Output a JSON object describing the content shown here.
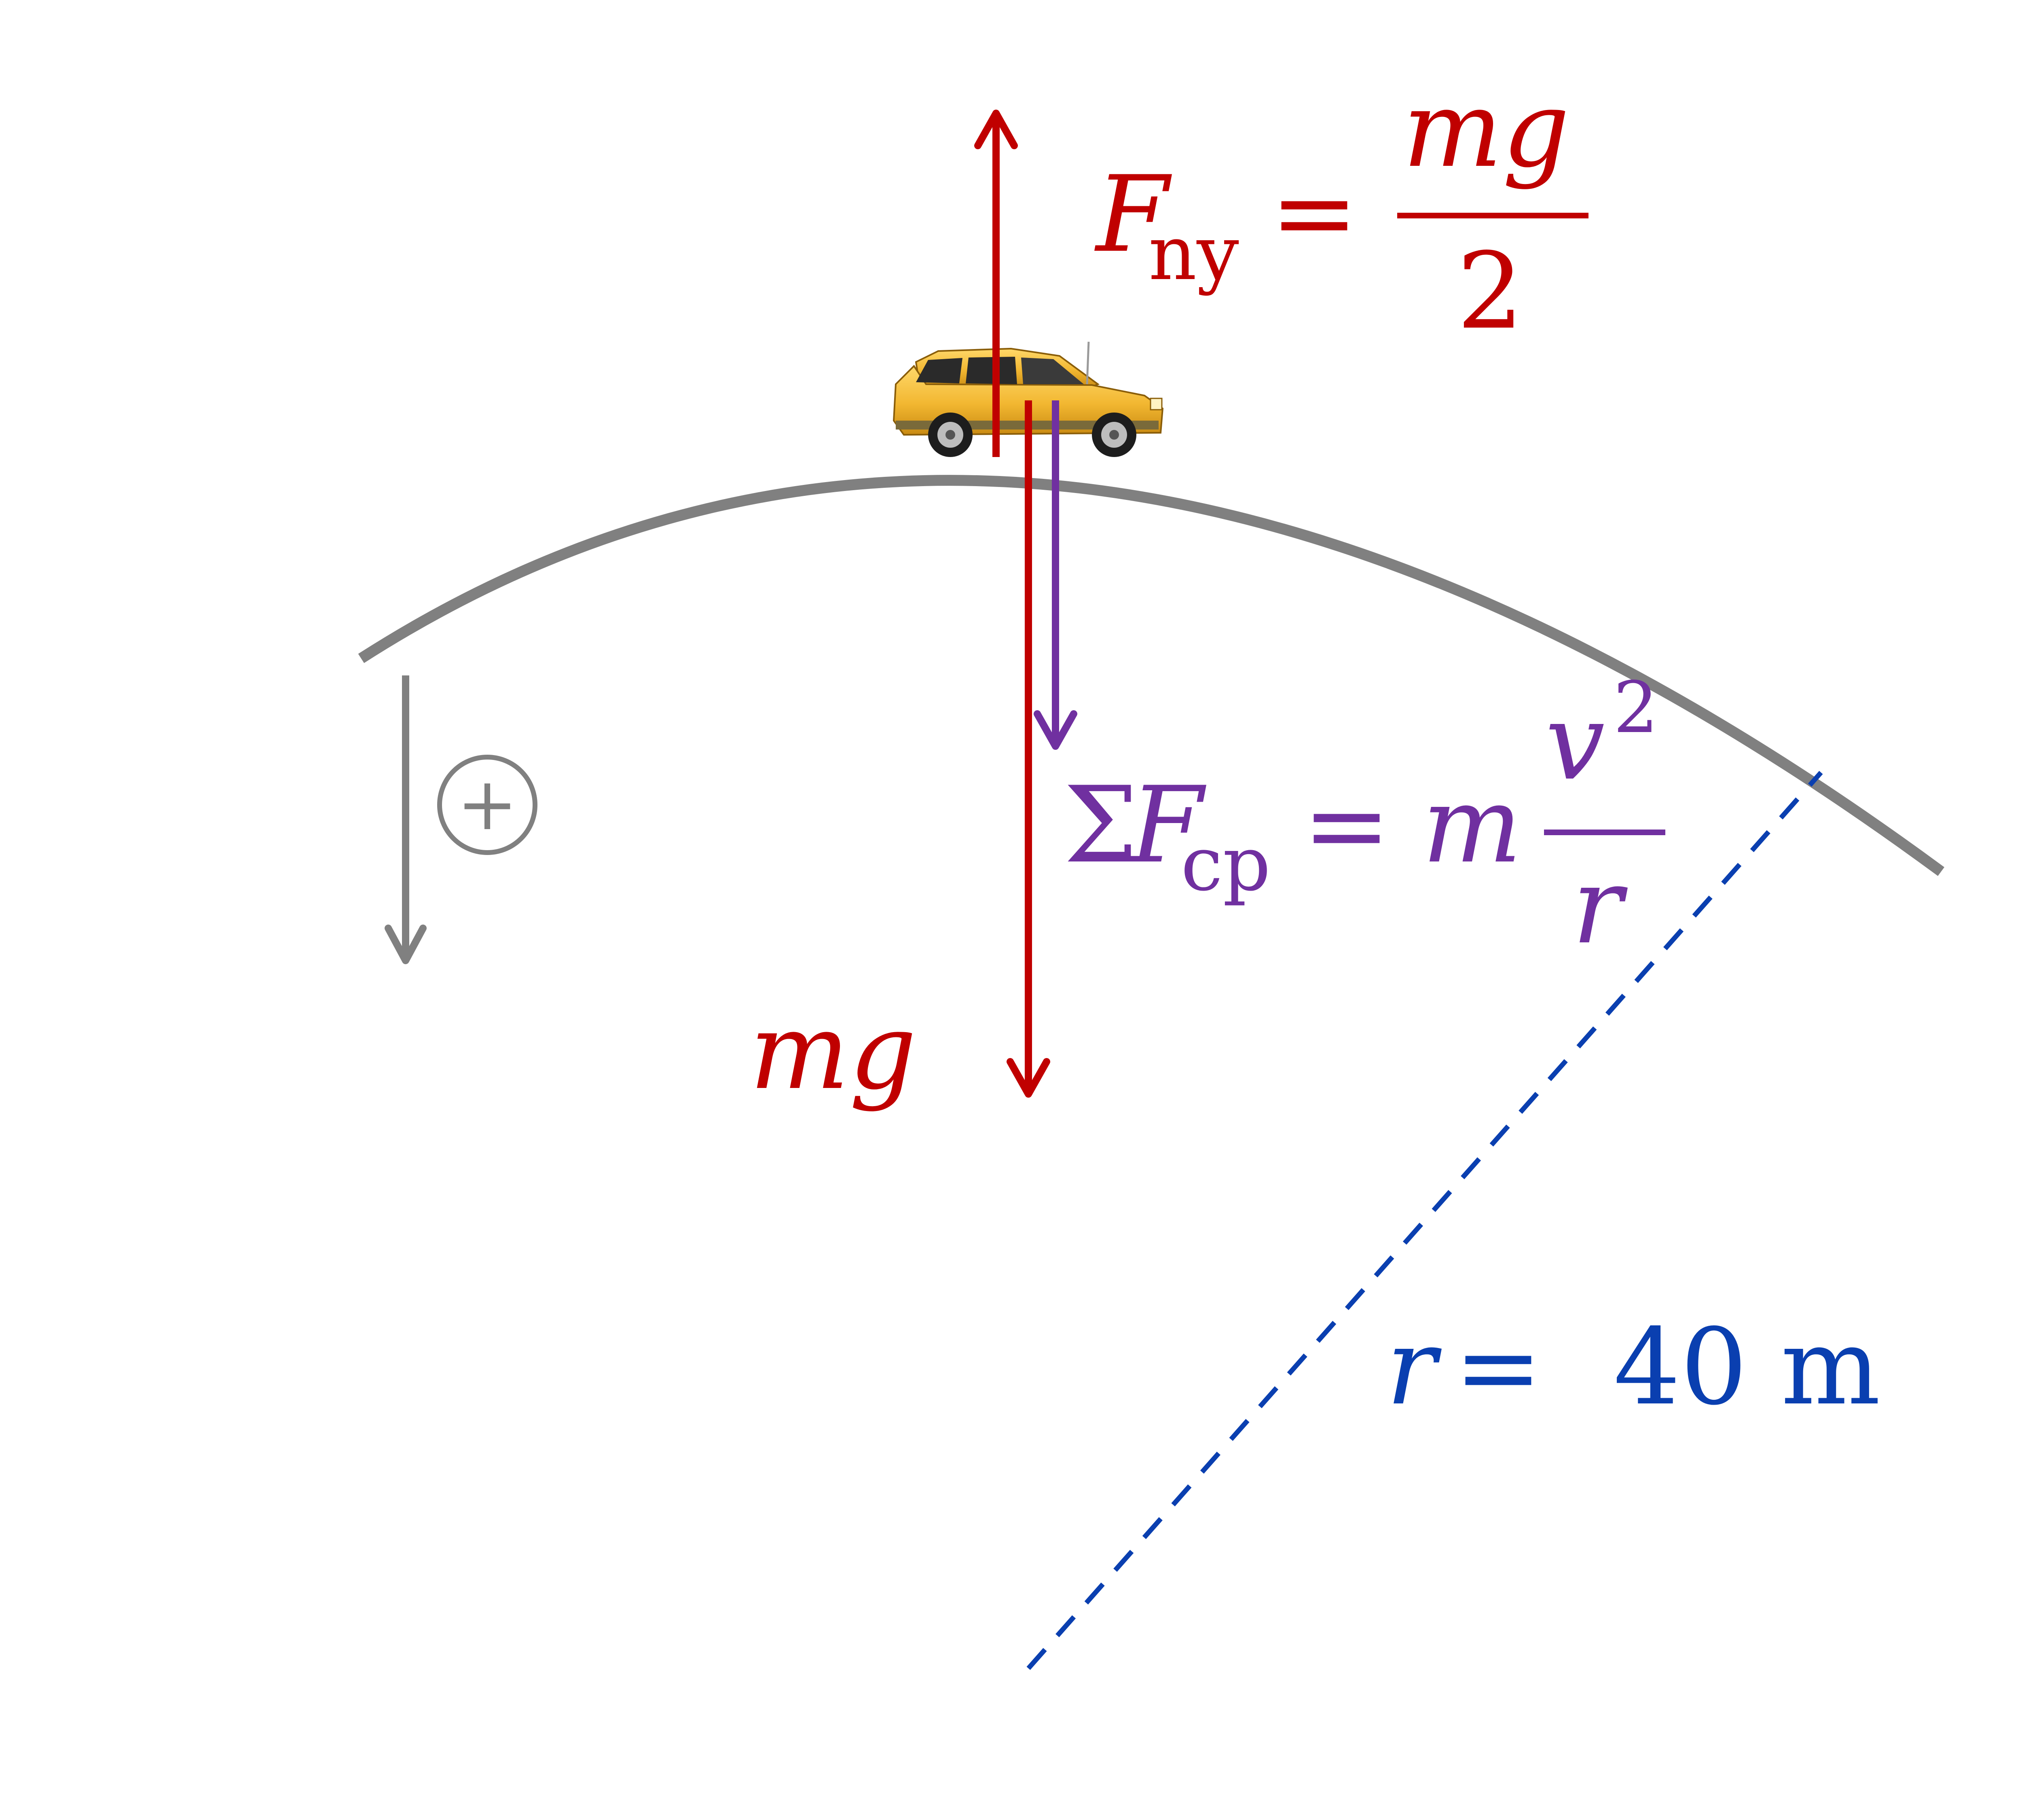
{
  "colors": {
    "force_red": "#c00000",
    "centripetal_purple": "#7030a0",
    "radius_blue": "#0a3fb0",
    "road_gray": "#808080",
    "car_yellow": "#f2b731"
  },
  "icons": {
    "car": "car-icon",
    "positive_direction": "circled-plus-icon"
  },
  "labels": {
    "normal_force": {
      "symbol": "F",
      "subscript": "ny",
      "equals": "=",
      "numerator": "mg",
      "denominator": "2"
    },
    "centripetal": {
      "sigma": "Σ",
      "symbol": "F",
      "subscript": "cp",
      "equals": "=",
      "m": "m",
      "numerator": "v",
      "exponent": "2",
      "denominator": "r"
    },
    "weight": {
      "text": "mg"
    },
    "radius": {
      "symbol": "r",
      "equals": "=",
      "value": "40 m"
    },
    "positive_sign": "+"
  }
}
